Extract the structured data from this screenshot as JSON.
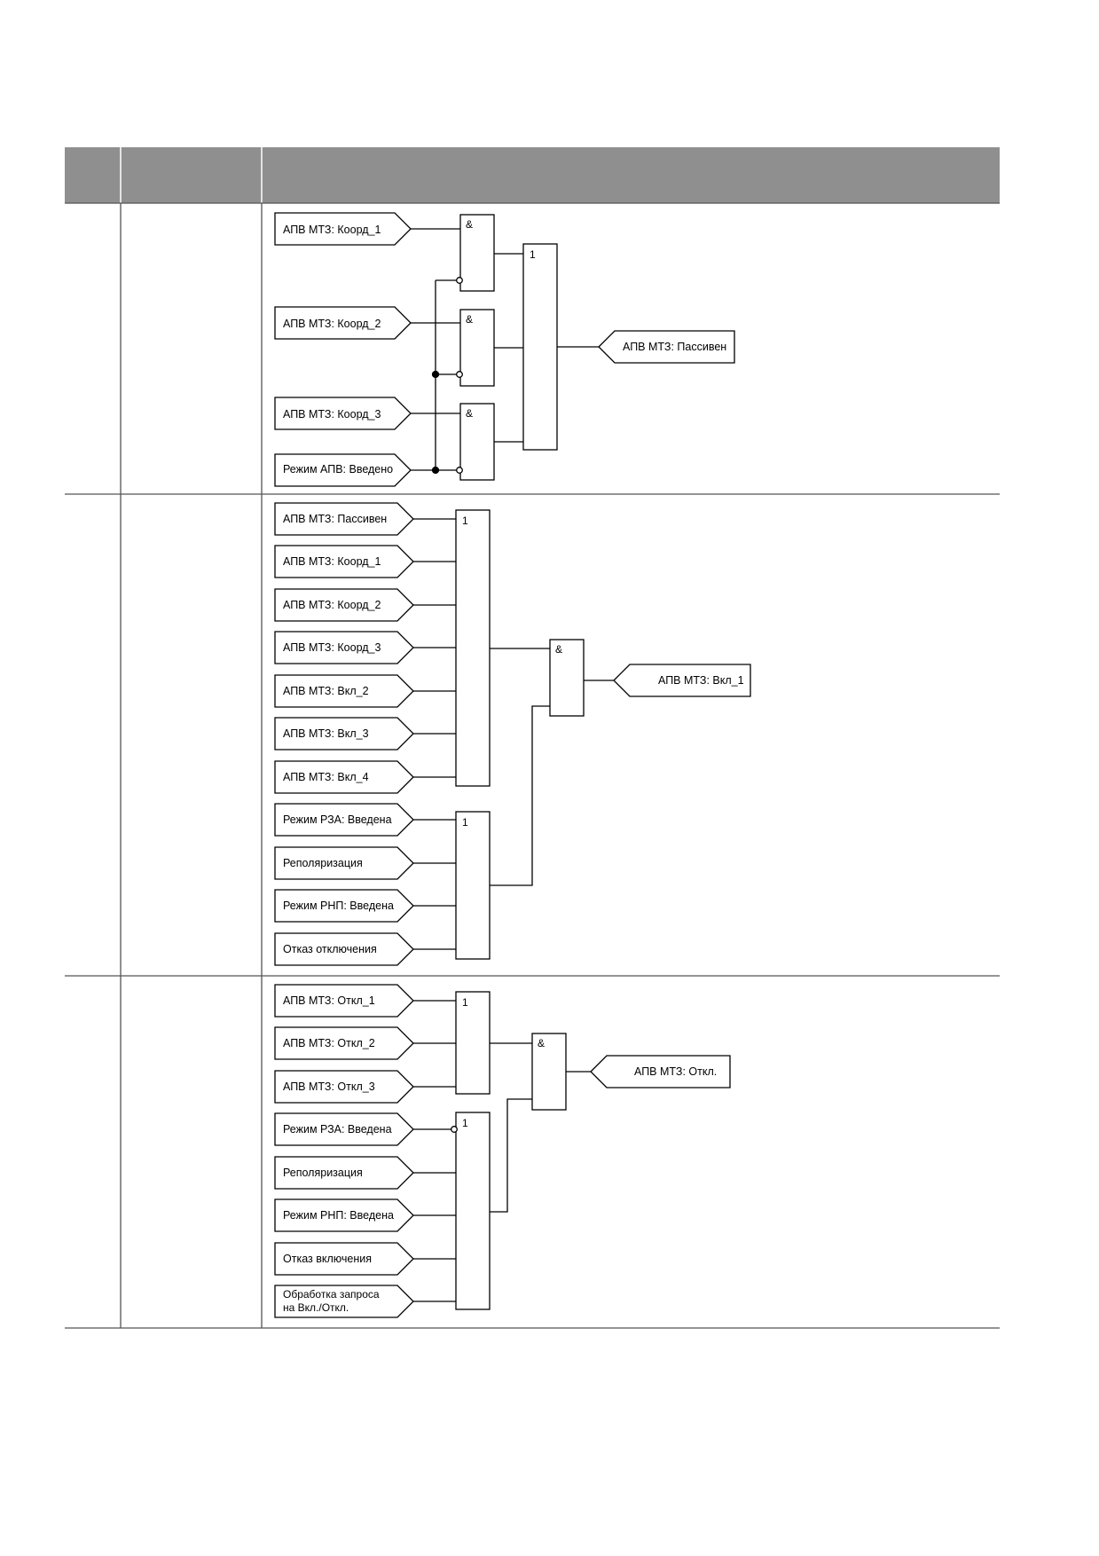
{
  "table": {
    "header_color": "#8f8f8f",
    "rows": [
      {
        "inputs": [
          "АПВ МТЗ: Коорд_1",
          "АПВ МТЗ: Коорд_2",
          "АПВ МТЗ: Коорд_3",
          "Режим АПВ: Введено"
        ],
        "gates": [
          "&",
          "&",
          "&",
          "1"
        ],
        "output": "АПВ МТЗ: Пассивен"
      },
      {
        "inputs": [
          "АПВ МТЗ: Пассивен",
          "АПВ МТЗ: Коорд_1",
          "АПВ МТЗ: Коорд_2",
          "АПВ МТЗ: Коорд_3",
          "АПВ МТЗ: Вкл_2",
          "АПВ МТЗ: Вкл_3",
          "АПВ МТЗ: Вкл_4",
          "Режим РЗА: Введена",
          "Реполяризация",
          "Режим РНП: Введена",
          "Отказ отключения"
        ],
        "gates": [
          "1",
          "1",
          "&"
        ],
        "output": "АПВ МТЗ: Вкл_1"
      },
      {
        "inputs": [
          "АПВ МТЗ: Откл_1",
          "АПВ МТЗ: Откл_2",
          "АПВ МТЗ: Откл_3",
          "Режим РЗА: Введена",
          "Реполяризация",
          "Режим РНП: Введена",
          "Отказ включения",
          "Обработка запроса на Вкл./Откл."
        ],
        "gates": [
          "1",
          "1",
          "&"
        ],
        "output": "АПВ МТЗ: Откл."
      }
    ]
  }
}
